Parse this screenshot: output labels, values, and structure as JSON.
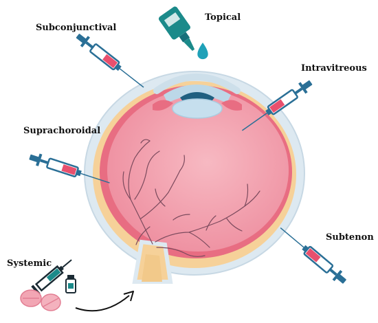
{
  "labels": {
    "topical": "Topical",
    "subconjunctival": "Subconjunctival",
    "intravitreous": "Intravitreous",
    "suprachoroidal": "Suprachoroidal",
    "subtenon": "Subtenon",
    "systemic": "Systemic"
  },
  "colors": {
    "syringe_barrel": "#2f86b8",
    "syringe_liquid": "#e8506e",
    "needle": "#2a6f96",
    "eye_outer": "#dce8f0",
    "eye_retina": "#f08a98",
    "eye_inner": "#f4a3ae",
    "choroid": "#f7d39a",
    "lens": "#bcd8e8",
    "iris": "#1f5f80",
    "vessels": "#7a4a5a",
    "drop_bottle": "#1b8a8a",
    "pills": "#f2a6b4"
  }
}
